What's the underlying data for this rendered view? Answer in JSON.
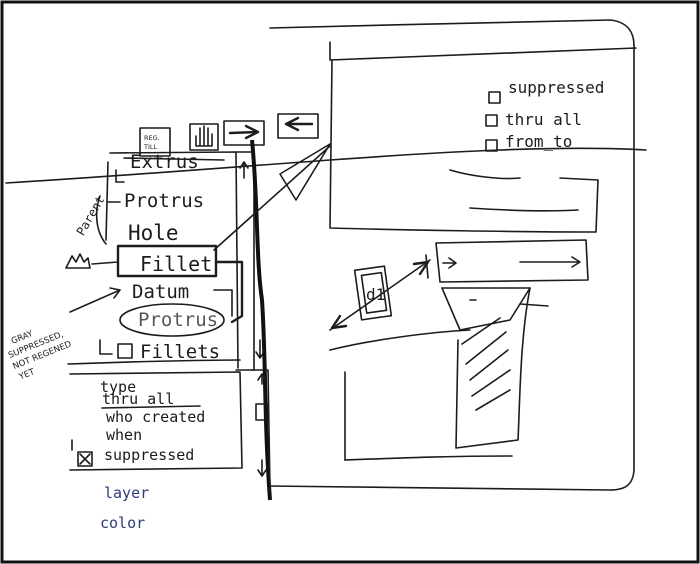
{
  "toolbar": {
    "regen_label": "REG. TILL",
    "hand_icon": "hand-icon",
    "forward_icon": "arrow-right-icon",
    "back_icon": "arrow-left-icon"
  },
  "feature_tree": {
    "items": [
      {
        "label": "Extrus"
      },
      {
        "label": "Protrus"
      },
      {
        "label": "Hole"
      },
      {
        "label": "Fillet"
      },
      {
        "label": "Datum"
      },
      {
        "label": "Protrus"
      },
      {
        "label": "Fillets"
      }
    ],
    "side_label": "Parent",
    "margin_annotation": [
      "GRAY",
      "SUPPRESSED,",
      "NOT REGENED",
      "YET"
    ]
  },
  "properties": {
    "lines": [
      "type",
      "thru_all",
      "who created",
      "when",
      "suppressed",
      "layer",
      "color"
    ]
  },
  "dialog": {
    "options": [
      "suppressed",
      "thru all",
      "from_to"
    ],
    "dimension_label": "d1"
  }
}
